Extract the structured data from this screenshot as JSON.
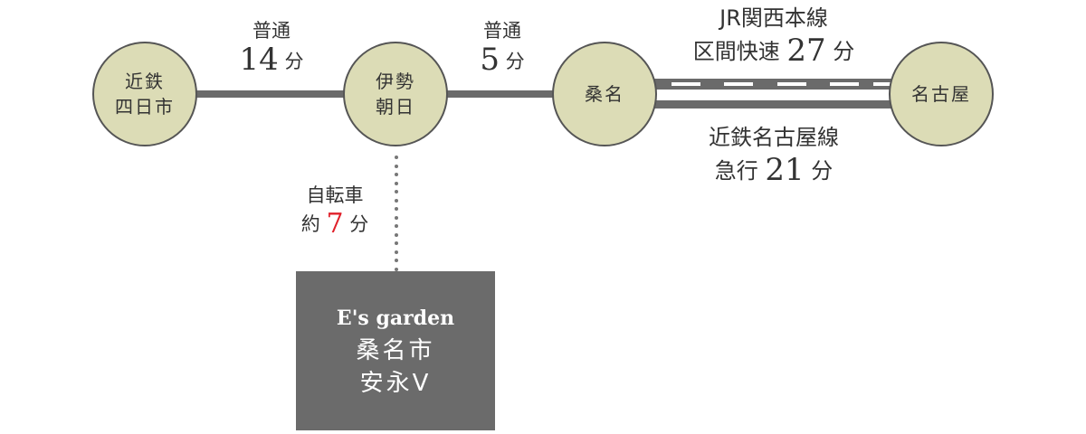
{
  "stations": [
    {
      "line1": "近鉄",
      "line2": "四日市"
    },
    {
      "line1": "伊勢",
      "line2": "朝日"
    },
    {
      "line1": "桑名",
      "line2": ""
    },
    {
      "line1": "名古屋",
      "line2": ""
    }
  ],
  "segments": [
    {
      "service": "普通",
      "minutes": "14",
      "unit": "分"
    },
    {
      "service": "普通",
      "minutes": "5",
      "unit": "分"
    },
    {
      "line": "JR関西本線",
      "service": "区間快速",
      "minutes": "27",
      "unit": "分"
    },
    {
      "line": "近鉄名古屋線",
      "service": "急行",
      "minutes": "21",
      "unit": "分"
    }
  ],
  "bicycle": {
    "mode": "自転車",
    "prefix": "約",
    "minutes": "7",
    "unit": "分",
    "accent": "#e0202a"
  },
  "destination": {
    "brand": "E's garden",
    "city": "桑名市",
    "name": "安永V"
  }
}
